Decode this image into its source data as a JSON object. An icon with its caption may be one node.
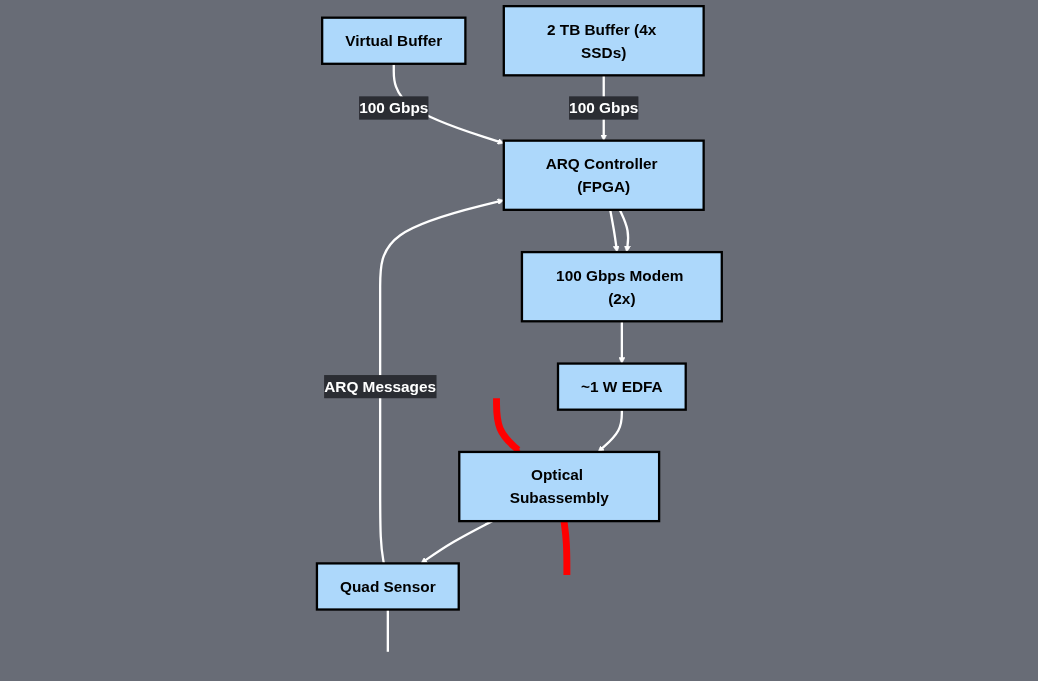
{
  "diagram": {
    "nodes": [
      {
        "text": [
          "2 TB Buffer (4x SSDs)"
        ]
      },
      {
        "text": [
          "Virtual Buffer"
        ]
      },
      {
        "text": [
          "ARQ Controller (FPGA)"
        ]
      },
      {
        "text": [
          "100 Gbps Modem (2x)"
        ]
      },
      {
        "text": [
          "~1 W EDFA"
        ]
      },
      {
        "text": [
          "Quad Sensor"
        ]
      },
      {
        "text": [
          "Optical Subassembly"
        ]
      }
    ],
    "edges": [
      {
        "from": 0,
        "to": 2,
        "arrow": "to",
        "label": "100 Gbps"
      },
      {
        "from": 1,
        "to": 2,
        "arrow": "to",
        "label": "100 Gbps"
      },
      {
        "from": 2,
        "to": 3,
        "arrow": "to"
      },
      {
        "from": 2,
        "to": 3,
        "arrow": "to"
      },
      {
        "from": 3,
        "to": 4,
        "arrow": "to"
      },
      {
        "from": 4,
        "to": 6,
        "arrow": "to"
      },
      {
        "from": 6,
        "to": 5,
        "arrow": "to"
      },
      {
        "from": 5,
        "to": 2,
        "arrow": "to",
        "label": "ARQ Messages"
      },
      {
        "from": 5,
        "to": null,
        "arrow": "none"
      },
      {
        "from": 6,
        "to": null,
        "arrow": "none",
        "style": "thick",
        "color": "#ff0000"
      },
      {
        "from": null,
        "to": 6,
        "arrow": "to",
        "style": "thick",
        "color": "#ff0000"
      }
    ]
  }
}
